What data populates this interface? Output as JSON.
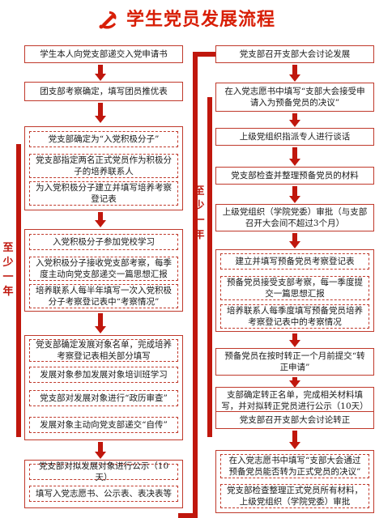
{
  "title": "学生党员发展流程",
  "colors": {
    "accent": "#c0170d",
    "border": "#c0392b",
    "title": "#d81e06"
  },
  "icon": "party-emblem-icon",
  "period_label_left": [
    "至",
    "少",
    "一",
    "年"
  ],
  "period_label_right": [
    "至",
    "少",
    "一",
    "年"
  ],
  "left_steps": [
    "学生本人向党支部递交入党申请书",
    "团支部考察确定，填写团员推优表",
    "党支部确定为“入党积极分子”",
    "党支部指定两名正式党员作为积极分子的培养联系人",
    "为入党积极分子建立并填写培养考察登记表",
    "入党积极分子参加党校学习",
    "入党积极分子接收党支部考察，每季度主动向党支部递交一篇思想汇报",
    "培养联系人每半年填写一次入党积极分子考察登记表中“考察情况”",
    "党支部确定发展对象名单，完成培养考察登记表相关部分填写",
    "发展对象参加发展对象培训班学习",
    "党支部对发展对象进行“政历审查”",
    "发展对象主动向党支部递交“自传”",
    "党支部对拟发展对象进行公示（10天）",
    "填写入党志愿书、公示表、表决表等"
  ],
  "right_steps": [
    "党支部召开支部大会讨论发展",
    "在入党志愿书中填写“支部大会接受申请入为预备党员的决议”",
    "上级党组织指派专人进行谈话",
    "党支部检查并整理预备党员的材料",
    "上级党组织（学院党委）审批（与支部召开大会间不超过3个月）",
    "建立并填写预备党员考察登记表",
    "预备党员接受支部考察，每一季度提交一篇思想汇报",
    "培养联系人每季度填写预备党员培养考察登记表中的考察情况",
    "预备党员在按时转正一个月前提交“转正申请”",
    "支部确定转正名单，完成相关材料填写，并对拟转正党员进行公示（10天）",
    "党支部召开支部大会讨论转正",
    "在入党志愿书中填写“支部大会通过预备党员能否转为正式党员的决议”",
    "党支部检查整理正式党员所有材料，上级党组织（学院党委）审批"
  ]
}
